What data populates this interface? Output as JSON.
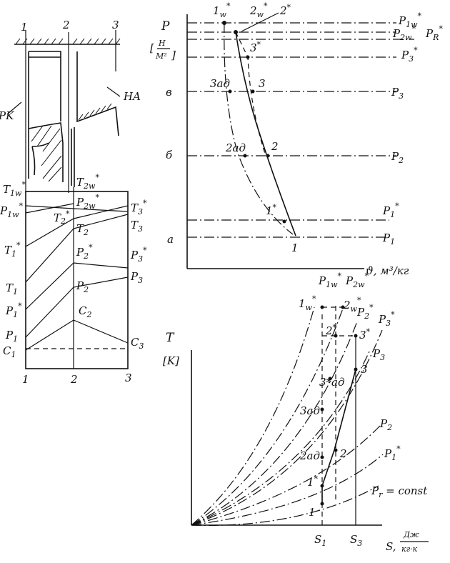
{
  "stage": {
    "sections": [
      "1",
      "2",
      "3"
    ],
    "rotor_label": "PK",
    "stator_label": "HA"
  },
  "profile": {
    "top_labels": [
      "T*1w",
      "T*2w",
      "P*1w",
      "T*2",
      "P*2w",
      "T*3"
    ],
    "curve_labels": [
      "T*1",
      "T1",
      "P*1",
      "P1",
      "C1",
      "T2",
      "P*2",
      "P2",
      "C2",
      "T3",
      "P*3",
      "P3",
      "C3"
    ],
    "x_ticks": [
      "1",
      "2",
      "3"
    ]
  },
  "pv": {
    "y_axis": [
      "P",
      "H",
      "M²"
    ],
    "x_axis": "ϑ, м³/кг",
    "y_ticks": [
      "в",
      "б",
      "а"
    ],
    "isobars": [
      "P*1w",
      "P*2w",
      "P*R",
      "P*3",
      "P3",
      "P2",
      "P*1",
      "P1"
    ],
    "points": [
      "1*w",
      "2*w",
      "2*",
      "3*",
      "3ад",
      "3",
      "2ад",
      "2",
      "1*",
      "1"
    ]
  },
  "ts": {
    "y_axis": [
      "T",
      "[K]"
    ],
    "x_axis": [
      "S,",
      "Дж",
      "кг·к"
    ],
    "x_ticks": [
      "S1",
      "S3"
    ],
    "isobars": [
      "P*1w",
      "P*2w",
      "P*2",
      "P*3",
      "P3",
      "P2",
      "P*1",
      "Pr = const"
    ],
    "points": [
      "1*w",
      "2*w",
      "2*",
      "3*",
      "3",
      "3*ад",
      "3ад",
      "2ад",
      "2",
      "1*",
      "1"
    ]
  }
}
